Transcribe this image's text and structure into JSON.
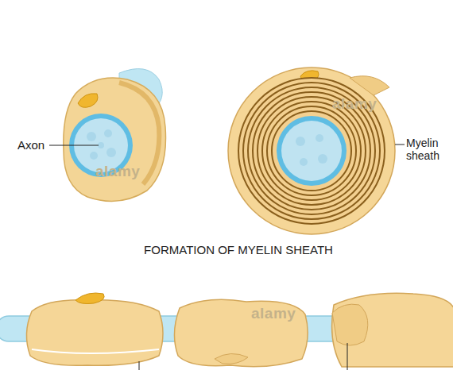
{
  "diagram": {
    "title": "FORMATION OF MYELIN SHEATH",
    "labels": [
      "Axon",
      "Myelin sheath",
      "alamy",
      "alamy",
      "alamy"
    ]
  }
}
